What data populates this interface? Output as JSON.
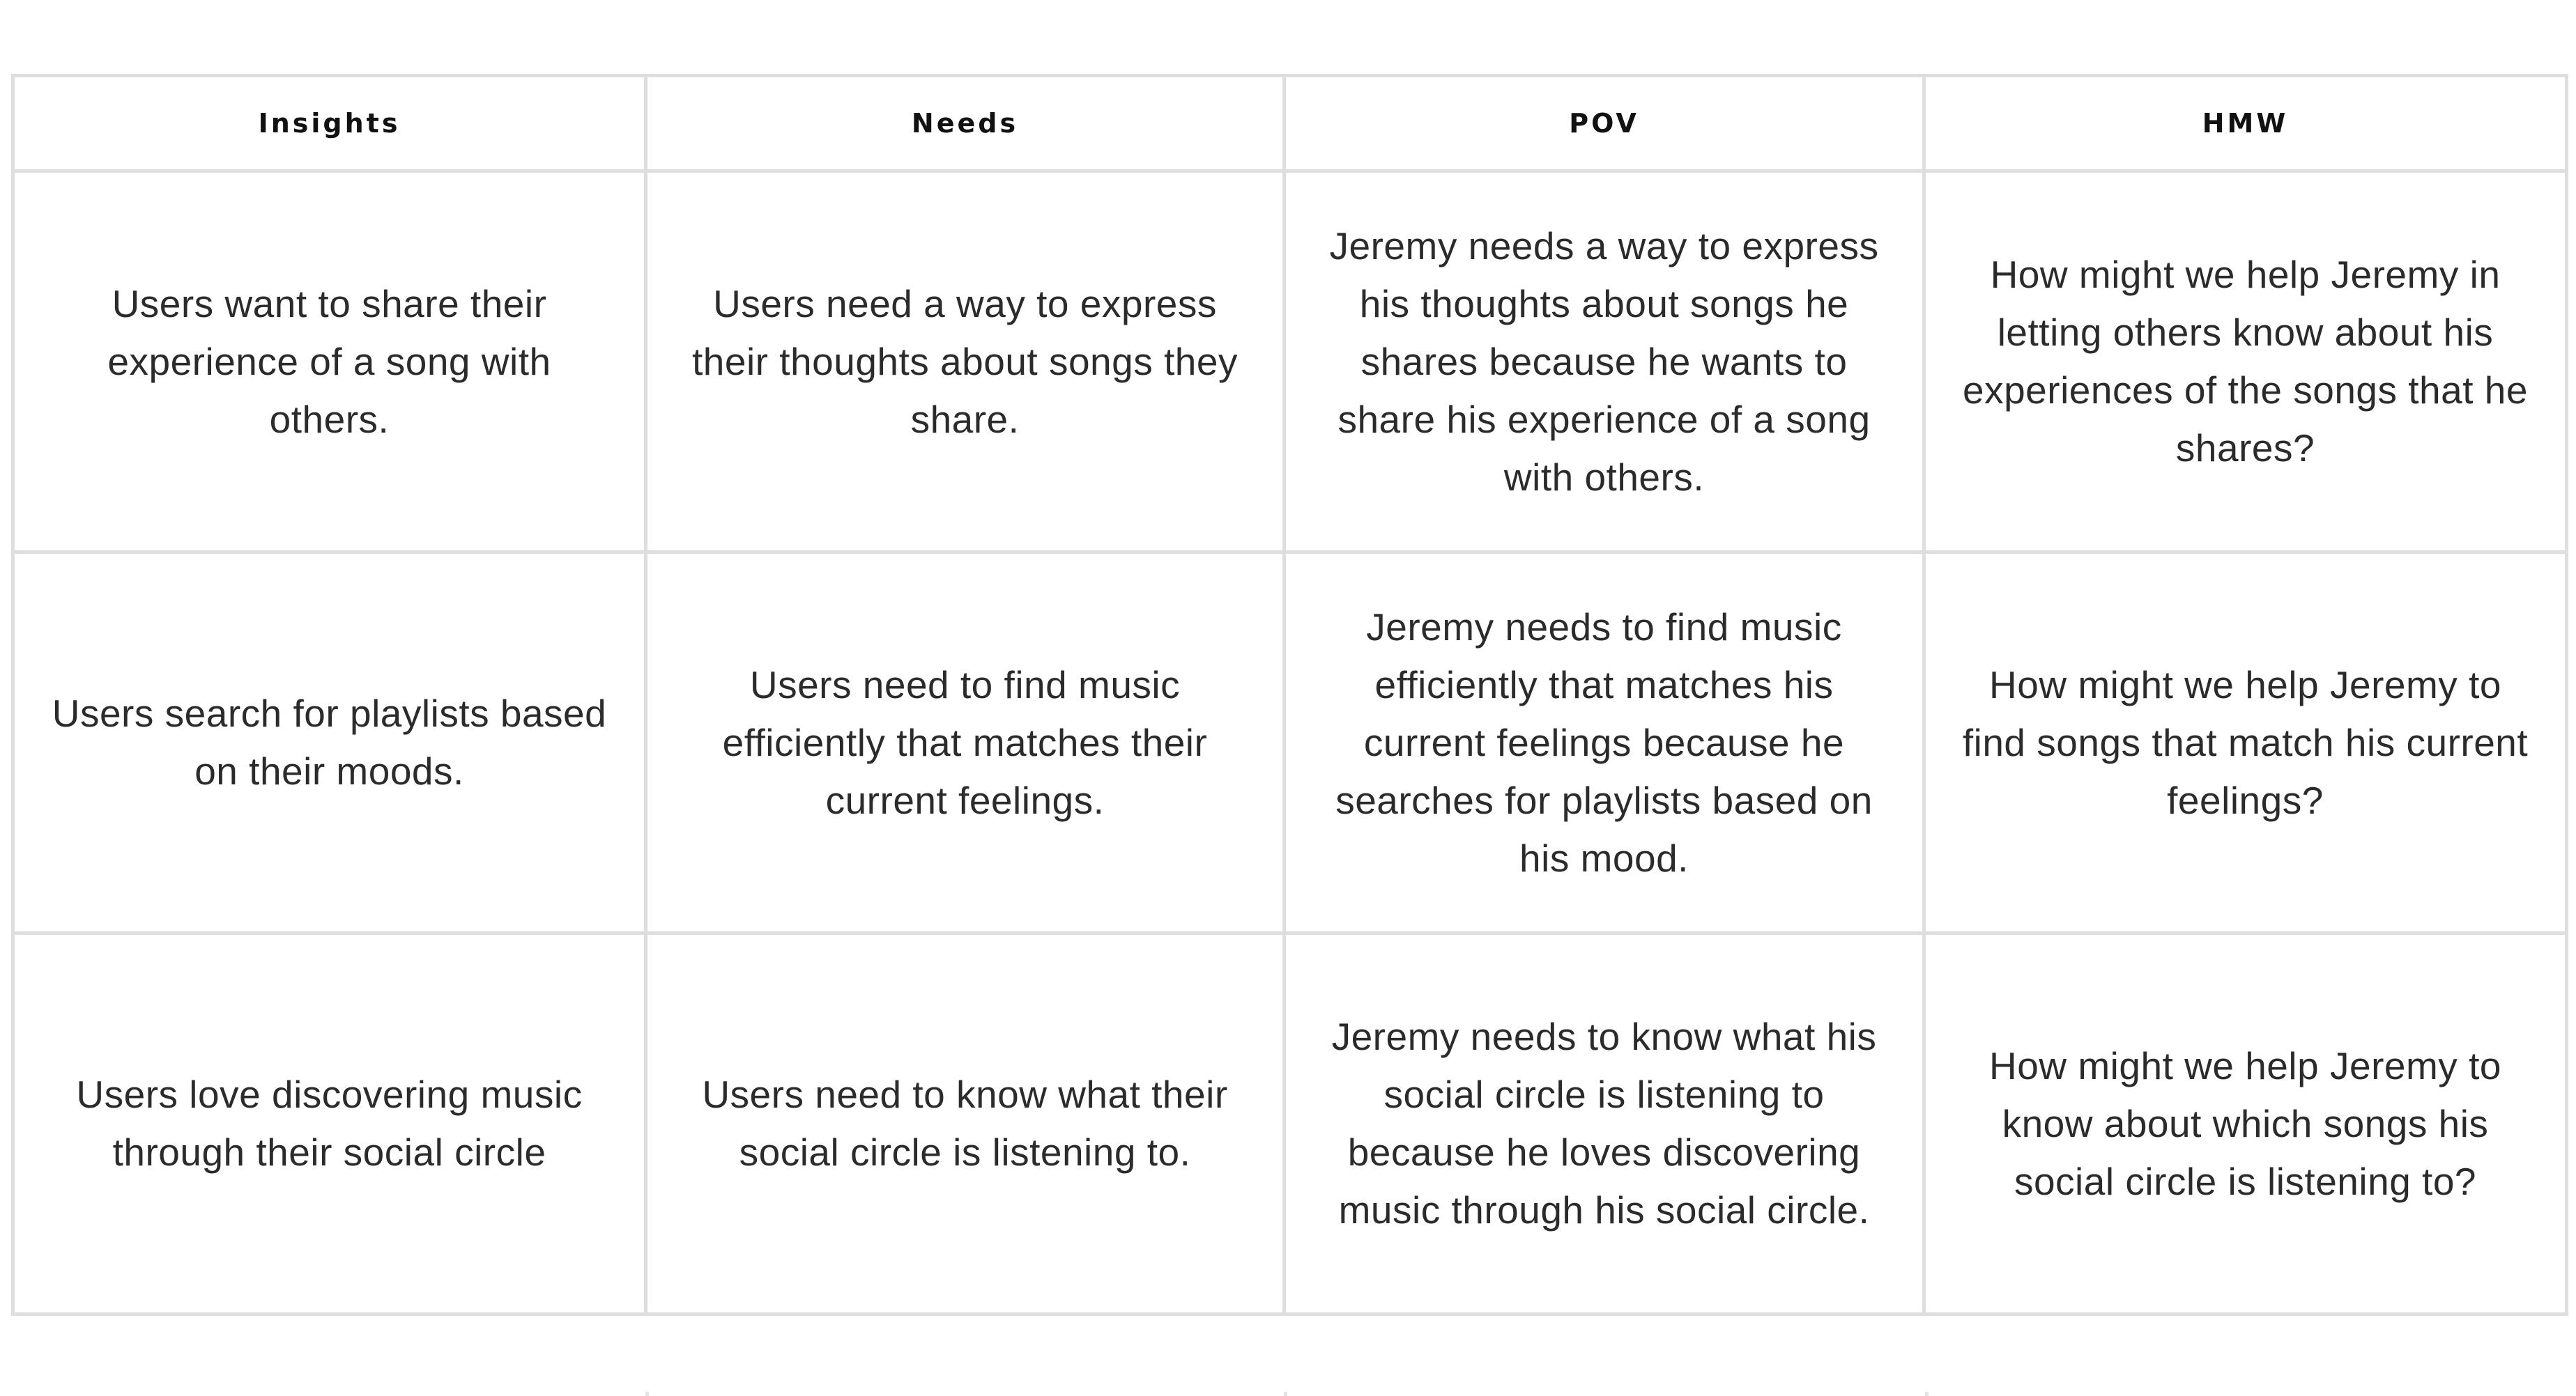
{
  "table": {
    "headers": [
      "Insights",
      "Needs",
      "POV",
      "HMW"
    ],
    "rows": [
      {
        "insight": "Users want to share their experience of a song with others.",
        "need": "Users need a way to express their thoughts about songs they share.",
        "pov": "Jeremy needs a way to express his thoughts about songs he shares because he wants to share his experience of a song with others.",
        "hmw": "How might we help Jeremy in letting others know about his experiences of the songs that he shares?"
      },
      {
        "insight": "Users search for playlists based on their moods.",
        "need": "Users need to find music efficiently that matches their current feelings.",
        "pov": "Jeremy needs to find music efficiently that matches his current feelings because he searches for playlists based on his mood.",
        "hmw": "How might we help Jeremy to find songs that match his current feelings?"
      },
      {
        "insight": "Users love discovering music through their social circle",
        "need": "Users need to know what their social circle is listening to.",
        "pov": "Jeremy needs to know what his social circle is listening to because he loves discovering music through his social circle.",
        "hmw": "How might we help Jeremy to know about which songs his social circle is listening to?"
      }
    ]
  },
  "colors": {
    "border": "#dedede",
    "header_text": "#111111",
    "body_text": "#2b2b2b",
    "background": "#ffffff"
  }
}
